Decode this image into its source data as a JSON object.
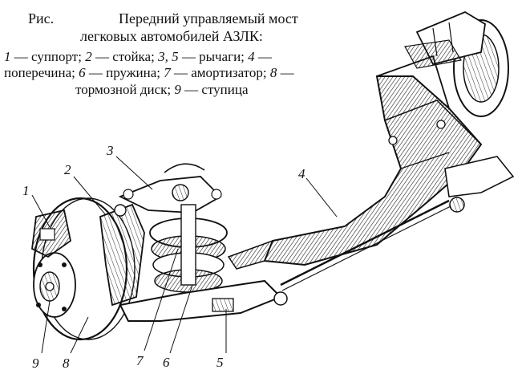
{
  "figure": {
    "ris": "Рис.",
    "title_line1": "Передний управляемый мост",
    "title_line2": "легковых автомобилей АЗЛК:",
    "legend": [
      {
        "n": "1",
        "text": " — суппорт; "
      },
      {
        "n": "2",
        "text": " — стойка; "
      },
      {
        "n": "3, 5",
        "text": " — рычаги; "
      },
      {
        "n": "4",
        "text": " —"
      },
      {
        "n": "",
        "text": "поперечина; "
      },
      {
        "n": "6",
        "text": " — пружина; "
      },
      {
        "n": "7",
        "text": " — амортизатор; "
      },
      {
        "n": "8",
        "text": " —"
      },
      {
        "n": "",
        "text": "тормозной диск; "
      },
      {
        "n": "9",
        "text": " — ступица"
      }
    ]
  },
  "callouts": [
    "1",
    "2",
    "3",
    "4",
    "5",
    "6",
    "7",
    "8",
    "9"
  ]
}
